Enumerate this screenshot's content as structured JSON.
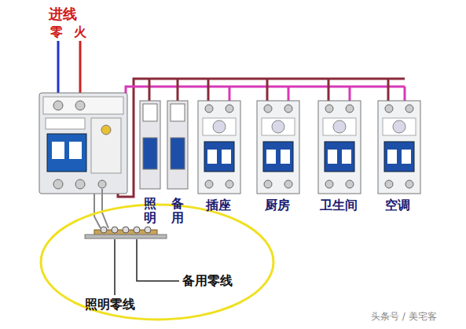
{
  "diagram": {
    "title": "进线",
    "labels": [
      "零",
      "火",
      "照明",
      "备用",
      "插座",
      "厨房",
      "卫生间",
      "空调",
      "备用零线",
      "照明零线",
      "头条号 / 美宅客"
    ]
  }
}
